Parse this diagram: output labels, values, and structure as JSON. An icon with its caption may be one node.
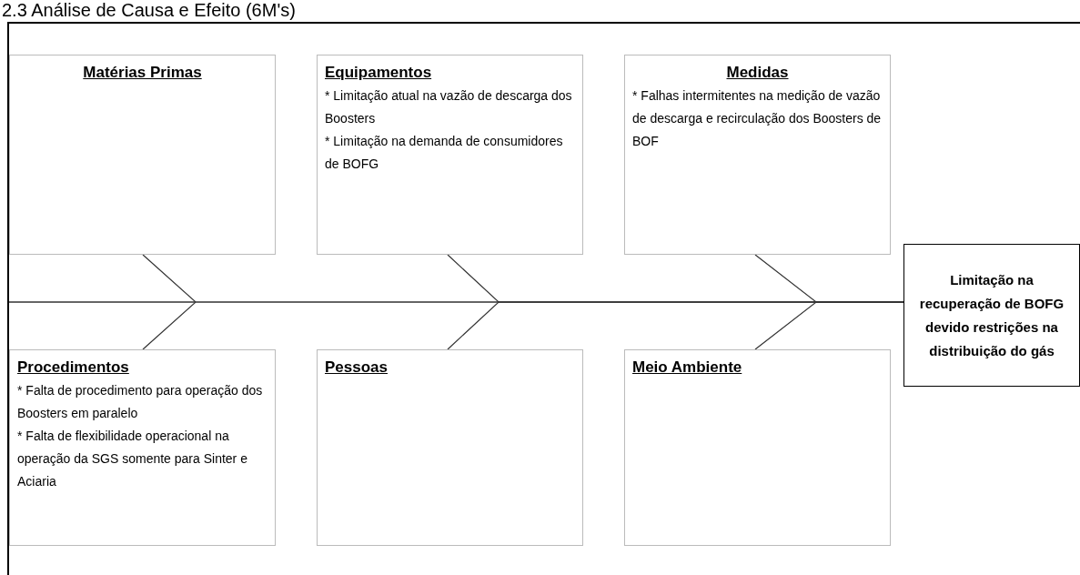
{
  "diagram": {
    "title": "2.3 Análise de Causa e Efeito (6M's)",
    "nodes": [
      {
        "text": [
          "Matérias Primas"
        ]
      },
      {
        "text": [
          "Equipamentos",
          "* Limitação atual na vazão de descarga dos Boosters",
          "* Limitação na demanda de consumidores de BOFG"
        ]
      },
      {
        "text": [
          "Medidas",
          "* Falhas intermitentes na medição de vazão de descarga e recirculação dos Boosters de BOF"
        ]
      },
      {
        "text": [
          "Procedimentos",
          "* Falta de procedimento para operação dos Boosters em paralelo",
          "* Falta de flexibilidade operacional na operação da SGS somente para Sinter e Aciaria"
        ]
      },
      {
        "text": [
          "Pessoas"
        ]
      },
      {
        "text": [
          "Meio Ambiente"
        ]
      },
      {
        "text": [
          "Limitação na recuperação de BOFG devido restrições na distribuição do gás"
        ]
      }
    ],
    "edges": [
      {
        "from": 0,
        "to": 6,
        "arrow": "none"
      },
      {
        "from": 1,
        "to": 6,
        "arrow": "none"
      },
      {
        "from": 2,
        "to": 6,
        "arrow": "none"
      },
      {
        "from": 3,
        "to": 6,
        "arrow": "none"
      },
      {
        "from": 4,
        "to": 6,
        "arrow": "none"
      },
      {
        "from": 5,
        "to": 6,
        "arrow": "none"
      }
    ]
  }
}
